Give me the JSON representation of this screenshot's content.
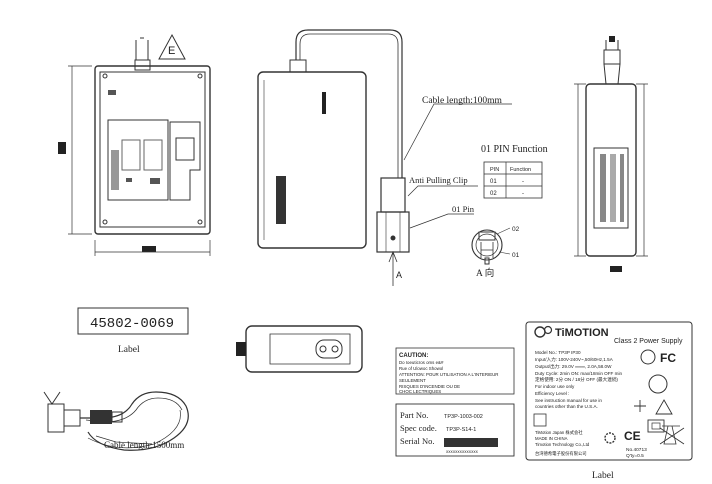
{
  "views": {
    "top_left": {
      "top_badge": "E"
    },
    "center": {
      "cable_length_label": "Cable length:100mm",
      "anti_pulling_clip_label": "Anti Pulling Clip",
      "pin_label": "01 Pin",
      "view_marker": "A",
      "view_caption": "A 向",
      "pin_numbers": [
        "02",
        "01"
      ]
    },
    "pin_function": {
      "title": "01 PIN Function",
      "headers": [
        "PIN",
        "Function"
      ],
      "rows": [
        [
          "01",
          "-"
        ],
        [
          "02",
          "-"
        ]
      ]
    }
  },
  "part_label": {
    "number": "45802-0069",
    "caption": "Label"
  },
  "plug": {
    "cable_label": "Cable length:1500mm"
  },
  "caution_label": {
    "title": "CAUTION:",
    "lines": [
      "Do Ioeuticros oms e&#",
      "Rue of Ulowoc Showol",
      "ATTENTION: POUR UTILISATION A L'INTERIEUR",
      "SEULEMENT",
      "RISQUES D'INCENDIE OU DE",
      "CHOC LECTRIQUES"
    ]
  },
  "spec_label": {
    "part_no_label": "Part No.",
    "part_no_value": "TP3P-1003-002",
    "spec_code_label": "Spec code.",
    "spec_code_value": "TP3P-S14-1",
    "serial_no_label": "Serial No.",
    "serial_no_value": "XXXXXXXXXXXXXX"
  },
  "rating_label": {
    "brand": "TiMOTION",
    "class_text": "Class 2 Power Supply",
    "lines": [
      "Model No.: TP3P        IP30",
      "Input/入力: 100V-240V~,50/60Hz,1.5A",
      "Output/出力: 29.0V ═══, 2.0A,58.0W",
      "Duty Cycle: 2min ON: max/18min OFF min",
      "定格使用: 2分 ON / 18分 OFF (最大連続)",
      "For indoor use only",
      "Efficiency Level :",
      "See instruction manual for use in",
      "countries other than the U.S.A."
    ],
    "maker": [
      "TiMotion Japan 株式会社",
      "MADE IN CHINA",
      "Timotion Technology Co.,Ltd",
      "台湾德希電子股份有限公司"
    ],
    "marks": [
      "FC",
      "CE"
    ],
    "small": [
      "No.40713",
      "Q'ty=0.5"
    ],
    "caption": "Label"
  }
}
